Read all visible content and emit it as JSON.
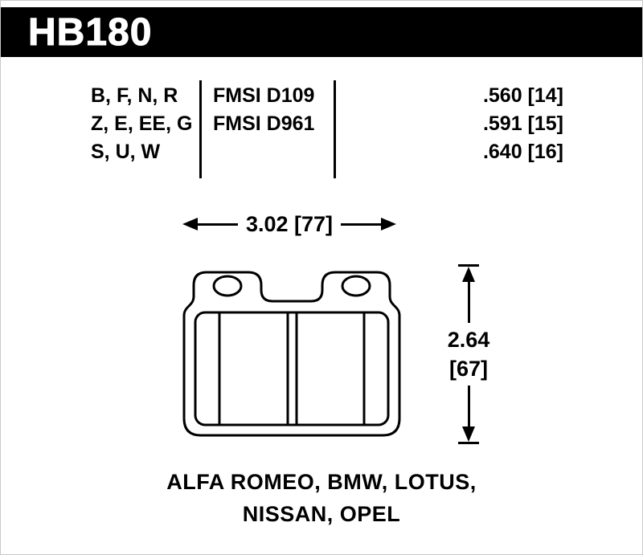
{
  "header": {
    "part_number": "HB180"
  },
  "spec_table": {
    "compound_rows": [
      "B, F, N, R",
      "Z, E, EE, G",
      "S, U, W"
    ],
    "fmsi_rows": [
      "FMSI D109",
      "FMSI D961"
    ],
    "thickness_rows": [
      ".560 [14]",
      ".591 [15]",
      ".640 [16]"
    ]
  },
  "dimensions": {
    "width_label": "3.02 [77]",
    "height_label_in": "2.64",
    "height_label_mm": "[67]"
  },
  "applications": {
    "line1": "ALFA ROMEO, BMW, LOTUS,",
    "line2": "NISSAN, OPEL"
  },
  "colors": {
    "ink": "#000000",
    "background": "#ffffff"
  }
}
